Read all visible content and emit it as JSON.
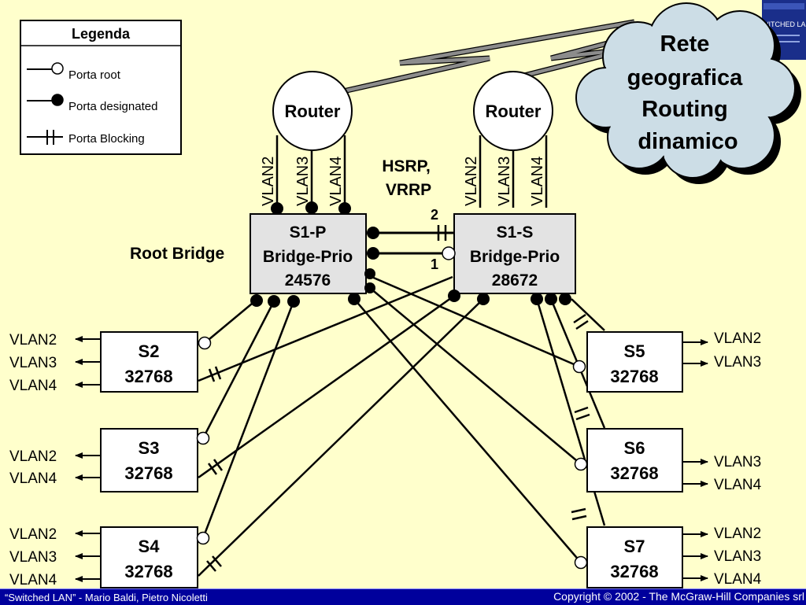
{
  "legend": {
    "title": "Legenda",
    "root": "Porta root",
    "designated": "Porta designated",
    "blocking": "Porta Blocking"
  },
  "cloud": {
    "lines": [
      "Rete",
      "geografica",
      "Routing",
      "dinamico"
    ]
  },
  "book_logo": {
    "title": "SWITCHED LAN"
  },
  "routers": [
    {
      "label": "Router"
    },
    {
      "label": "Router"
    }
  ],
  "router_vlans": [
    "VLAN2",
    "VLAN3",
    "VLAN4"
  ],
  "hsrp": [
    "HSRP,",
    "VRRP"
  ],
  "root_bridge_label": "Root Bridge",
  "core": {
    "s1p": {
      "name": "S1-P",
      "prio_label": "Bridge-Prio",
      "prio": "24576"
    },
    "s1s": {
      "name": "S1-S",
      "prio_label": "Bridge-Prio",
      "prio": "28672"
    },
    "link_numbers": [
      "2",
      "1"
    ]
  },
  "access": [
    {
      "name": "S2",
      "prio": "32768",
      "vlans": [
        "VLAN2",
        "VLAN3",
        "VLAN4"
      ]
    },
    {
      "name": "S3",
      "prio": "32768",
      "vlans": [
        "VLAN2",
        "VLAN4"
      ]
    },
    {
      "name": "S4",
      "prio": "32768",
      "vlans": [
        "VLAN2",
        "VLAN3",
        "VLAN4"
      ]
    },
    {
      "name": "S5",
      "prio": "32768",
      "vlans": [
        "VLAN2",
        "VLAN3"
      ]
    },
    {
      "name": "S6",
      "prio": "32768",
      "vlans": [
        "VLAN3",
        "VLAN4"
      ]
    },
    {
      "name": "S7",
      "prio": "32768",
      "vlans": [
        "VLAN2",
        "VLAN3",
        "VLAN4"
      ]
    }
  ],
  "footer": {
    "left": "“Switched LAN” - Mario Baldi, Pietro Nicoletti",
    "right": "Copyright © 2002 - The McGraw-Hill Companies srl"
  },
  "colors": {
    "background": "#FFFFCC",
    "switch_fill": "#E3E3E3",
    "router_fill": "#FFFFFF",
    "cloud_fill": "#CCDDE6",
    "footer_bg": "#00009C",
    "footer_text": "#FFFFFF"
  }
}
